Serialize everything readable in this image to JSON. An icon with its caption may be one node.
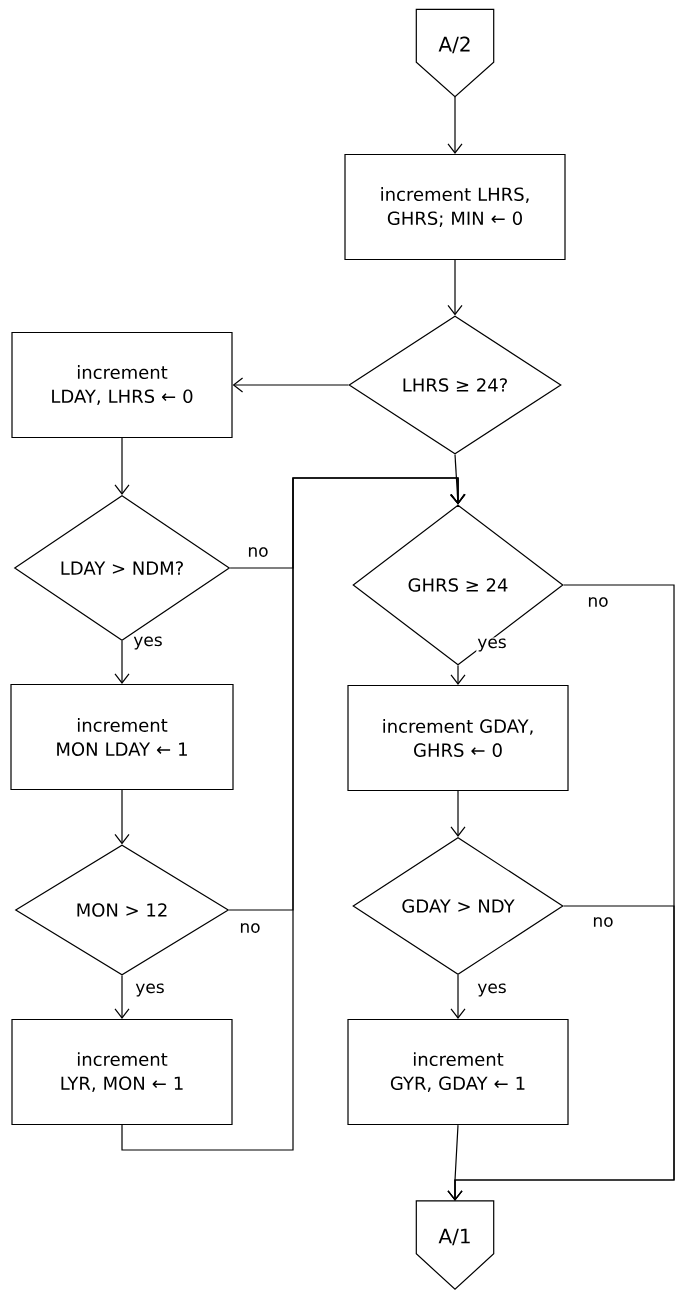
{
  "diagram": {
    "nodes": [
      {
        "text": [
          "A/2"
        ]
      },
      {
        "text": [
          "increment LHRS, GHRS; MIN ← 0"
        ]
      },
      {
        "text": [
          "LHRS ≥ 24?"
        ]
      },
      {
        "text": [
          "increment LDAY, LHRS ← 0"
        ]
      },
      {
        "text": [
          "LDAY > NDM?"
        ]
      },
      {
        "text": [
          "increment MON LDAY ← 1"
        ]
      },
      {
        "text": [
          "MON > 12"
        ]
      },
      {
        "text": [
          "increment LYR, MON ← 1"
        ]
      },
      {
        "text": [
          "GHRS ≥ 24"
        ]
      },
      {
        "text": [
          "increment GDAY, GHRS ← 0"
        ]
      },
      {
        "text": [
          "GDAY > NDY"
        ]
      },
      {
        "text": [
          "increment GYR, GDAY ← 1"
        ]
      },
      {
        "text": [
          "A/1"
        ]
      }
    ],
    "edges": [
      {
        "from": 0,
        "to": 1,
        "arrow": "to"
      },
      {
        "from": 1,
        "to": 2,
        "arrow": "to"
      },
      {
        "from": 2,
        "to": 3,
        "arrow": "to"
      },
      {
        "from": 2,
        "to": 8,
        "arrow": "to"
      },
      {
        "from": 3,
        "to": 4,
        "arrow": "to"
      },
      {
        "from": 4,
        "to": 8,
        "arrow": "to",
        "label": "no"
      },
      {
        "from": 4,
        "to": 5,
        "arrow": "to",
        "label": "yes"
      },
      {
        "from": 5,
        "to": 6,
        "arrow": "to"
      },
      {
        "from": 6,
        "to": 8,
        "arrow": "to",
        "label": "no"
      },
      {
        "from": 6,
        "to": 7,
        "arrow": "to",
        "label": "yes"
      },
      {
        "from": 7,
        "to": 8,
        "arrow": "to"
      },
      {
        "from": 8,
        "to": 9,
        "arrow": "to",
        "label": "yes"
      },
      {
        "from": 8,
        "to": 12,
        "arrow": "to",
        "label": "no"
      },
      {
        "from": 9,
        "to": 10,
        "arrow": "to"
      },
      {
        "from": 10,
        "to": 12,
        "arrow": "to",
        "label": "no"
      },
      {
        "from": 10,
        "to": 11,
        "arrow": "to",
        "label": "yes"
      },
      {
        "from": 11,
        "to": 12,
        "arrow": "to"
      }
    ]
  }
}
